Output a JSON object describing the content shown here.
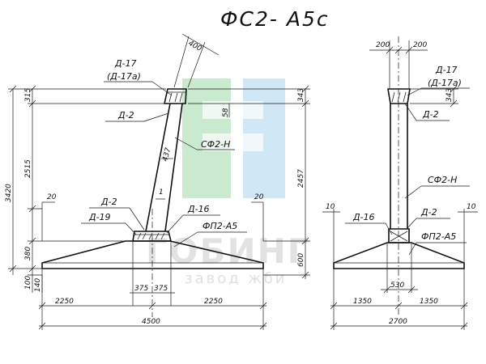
{
  "title": "ФС2- А5с",
  "watermark": {
    "brand": "ГОБИНГ",
    "subtitle": "завод жби",
    "colors": {
      "green": "#9fd9a8",
      "blue": "#a9d5ee"
    }
  },
  "left_view": {
    "labels": {
      "d17": "Д-17",
      "d17a": "(Д-17а)",
      "d2_top": "Д-2",
      "sf2n": "СФ2-Н",
      "d2_low": "Д-2",
      "d19": "Д-19",
      "d16": "Д-16",
      "fp2a5": "ФП2-А5"
    },
    "dims": {
      "top_400": "400",
      "left_315": "315",
      "left_3420": "3420",
      "left_2515": "2515",
      "left_380": "380",
      "left_100": "100",
      "left_140": "140",
      "right_343": "343",
      "right_2457": "2457",
      "right_600": "600",
      "in_58": "58",
      "in_437": "437",
      "in_1": "1",
      "small_20_l": "20",
      "small_20_r": "20",
      "bot_375_l": "375",
      "bot_375_r": "375",
      "bot_2250_l": "2250",
      "bot_2250_r": "2250",
      "bot_4500": "4500"
    }
  },
  "right_view": {
    "labels": {
      "d17": "Д-17",
      "d17a": "(Д-17а)",
      "d2_top": "Д-2",
      "sf2n": "СФ2-Н",
      "d16": "Д-16",
      "d2_low": "Д-2",
      "fp2a5": "ФП2-А5"
    },
    "dims": {
      "top_200_l": "200",
      "top_200_r": "200",
      "right_343": "343",
      "small_10_l": "10",
      "small_10_r": "10",
      "bot_530": "530",
      "bot_1350_l": "1350",
      "bot_1350_r": "1350",
      "bot_2700": "2700"
    }
  }
}
